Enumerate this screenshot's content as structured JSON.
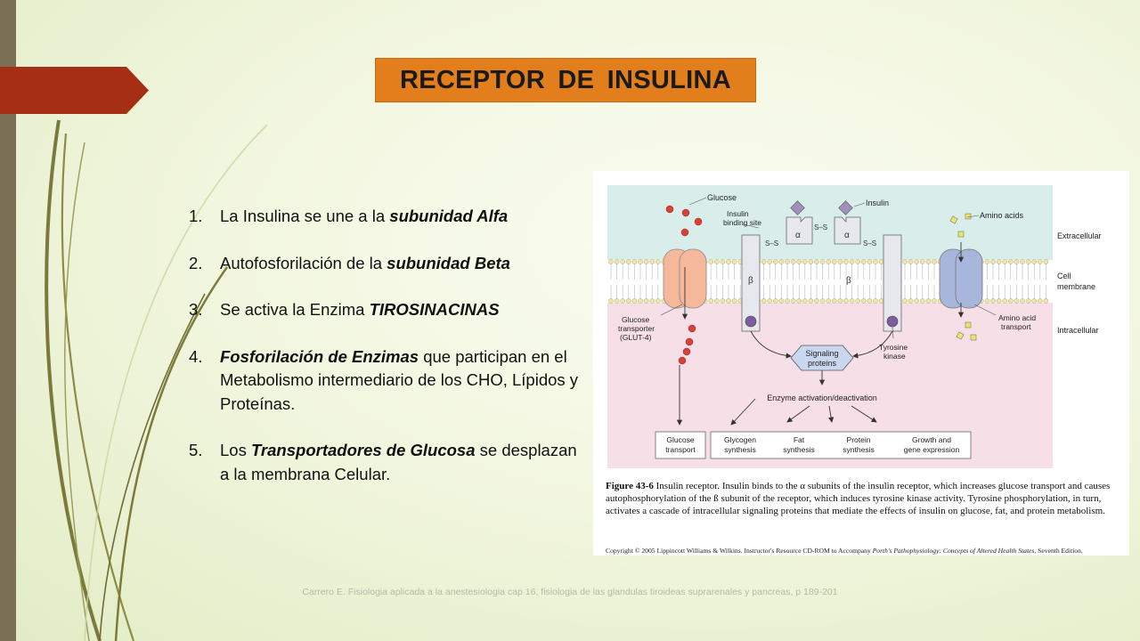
{
  "slide": {
    "title": "RECEPTOR  DE  INSULINA",
    "colors": {
      "title_bg": "#e27f1c",
      "accent_tab": "#a52f14",
      "left_bar": "#7b6f55"
    },
    "points": [
      {
        "num": "1.",
        "pre": "La Insulina se une a la ",
        "em": "subunidad Alfa",
        "post": ""
      },
      {
        "num": "2.",
        "pre": "Autofosforilación de la ",
        "em": "subunidad Beta",
        "post": ""
      },
      {
        "num": "3.",
        "pre": "Se activa la Enzima ",
        "em": "TIROSINACINAS",
        "post": ""
      },
      {
        "num": "4.",
        "pre": "",
        "em": "Fosforilación de Enzimas",
        "post": " que participan en el Metabolismo intermediario de los CHO, Lípidos y Proteínas."
      },
      {
        "num": "5.",
        "pre": "Los ",
        "em": "Transportadores de Glucosa",
        "post": " se desplazan a la membrana Celular."
      }
    ],
    "footer": "Carrero E. Fisiologia aplicada a la anestesiologia cap 16, fisiologia de las glandulas tiroideas suprarenales y pancreas, p 189-201"
  },
  "figure": {
    "labels": {
      "glucose": "Glucose",
      "insulin": "Insulin",
      "binding_site_1": "Insulin",
      "binding_site_2": "binding site",
      "amino_acids": "Amino acids",
      "extracellular": "Extracellular",
      "cell_membrane_1": "Cell",
      "cell_membrane_2": "membrane",
      "intracellular": "Intracellular",
      "alpha": "α",
      "beta": "β",
      "ss": "S–S",
      "glut_1": "Glucose",
      "glut_2": "transporter",
      "glut_3": "(GLUT-4)",
      "aa_transport_1": "Amino acid",
      "aa_transport_2": "transport",
      "tyrosine_1": "Tyrosine",
      "tyrosine_2": "kinase",
      "signaling_1": "Signaling",
      "signaling_2": "proteins",
      "enzyme": "Enzyme activation/deactivation",
      "glucose_transport_1": "Glucose",
      "glucose_transport_2": "transport",
      "glycogen_1": "Glycogen",
      "glycogen_2": "synthesis",
      "fat_1": "Fat",
      "fat_2": "synthesis",
      "protein_1": "Protein",
      "protein_2": "synthesis",
      "growth_1": "Growth and",
      "growth_2": "gene expression"
    },
    "caption_bold": "Figure 43-6",
    "caption_rest": " Insulin receptor. Insulin binds to the α subunits of the insulin receptor, which increases glucose transport and causes autophosphorylation of the ß subunit of the receptor, which induces tyrosine kinase activity. Tyrosine phosphorylation, in turn, activates a cascade of intracellular signaling proteins that mediate the effects of insulin on glucose, fat, and protein metabolism.",
    "copyright_pre": "Copyright © 2005 Lippincott Williams & Wilkins.  Instructor's Resource CD-ROM to Accompany ",
    "copyright_em": "Porth's Pathophysiology: Concepts of Altered Health States,",
    "copyright_post": " Seventh Edition.",
    "colors": {
      "extracellular": "#d9eeea",
      "intracellular": "#f6dfe7",
      "glut": "#f5b89b",
      "aa_channel": "#a9b6dc",
      "glucose_dot": "#d9403a",
      "insulin": "#a18fbd",
      "amino_acid": "#ece56a",
      "signaling": "#c9d8ef"
    }
  }
}
